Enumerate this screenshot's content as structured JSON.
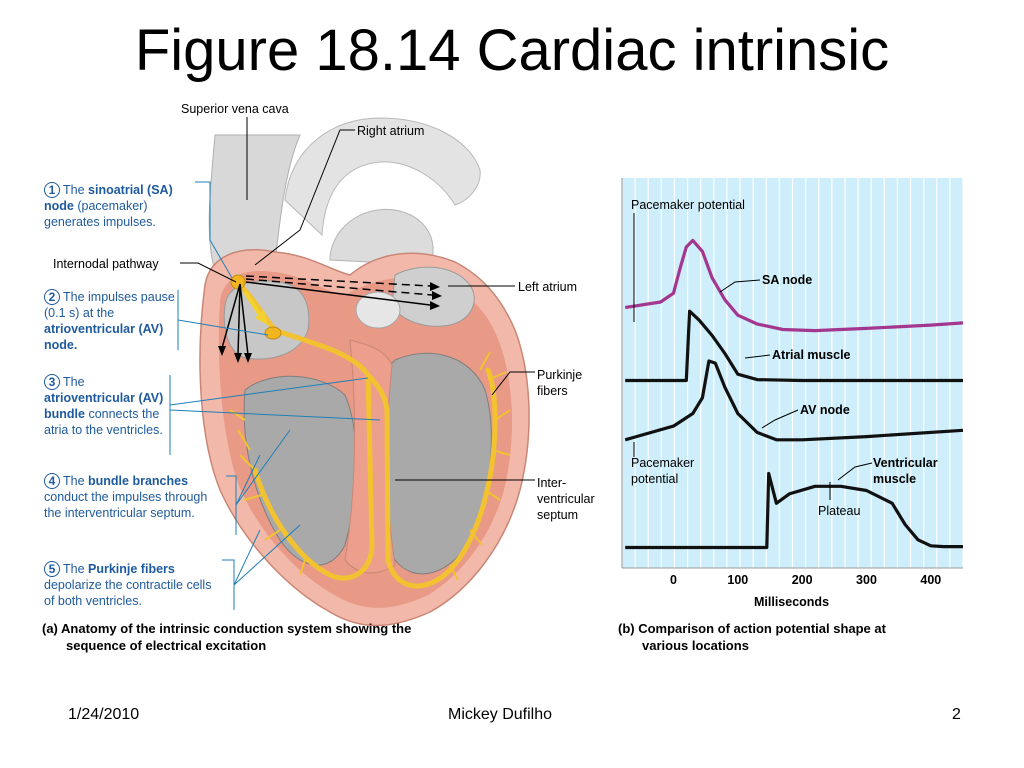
{
  "slide": {
    "title": "Figure 18.14  Cardiac intrinsic",
    "date": "1/24/2010",
    "author": "Mickey Dufilho",
    "page_number": "2"
  },
  "anatomy": {
    "labels": {
      "superior_vena_cava": "Superior vena cava",
      "right_atrium": "Right atrium",
      "internodal_pathway": "Internodal pathway",
      "left_atrium": "Left atrium",
      "purkinje_fibers": "Purkinje fibers",
      "interventricular_septum": "Inter-ventricular septum"
    },
    "steps": [
      {
        "num": "1",
        "pre": "The ",
        "term": "sinoatrial (SA) node",
        "post": " (pacemaker) generates impulses."
      },
      {
        "num": "2",
        "pre": "The impulses pause (0.1 s) at the ",
        "term": "atrioventricular (AV) node.",
        "post": ""
      },
      {
        "num": "3",
        "pre": "The ",
        "term": "atrioventricular (AV) bundle",
        "post": " connects the atria to the ventricles."
      },
      {
        "num": "4",
        "pre": "The ",
        "term": "bundle branches",
        "post": " conduct the impulses through the interventricular septum."
      },
      {
        "num": "5",
        "pre": "The ",
        "term": "Purkinje fibers",
        "post": " depolarize the contractile cells of both ventricles."
      }
    ],
    "caption_a_line1": "(a) Anatomy of the intrinsic conduction system showing the",
    "caption_a_line2": "sequence of electrical excitation"
  },
  "chart_data": {
    "type": "line",
    "xlabel": "Milliseconds",
    "xticks": [
      0,
      100,
      200,
      300,
      400
    ],
    "xlim": [
      -80,
      450
    ],
    "background": "#cdeefa",
    "grid": "vertical",
    "series": [
      {
        "name": "SA node",
        "color": "#a3368f",
        "x": [
          -75,
          -20,
          0,
          10,
          20,
          30,
          45,
          60,
          80,
          100,
          130,
          170,
          220,
          300,
          400,
          450
        ],
        "y": [
          0.25,
          0.3,
          0.38,
          0.6,
          0.8,
          0.86,
          0.76,
          0.52,
          0.32,
          0.18,
          0.1,
          0.05,
          0.04,
          0.06,
          0.09,
          0.11
        ]
      },
      {
        "name": "Atrial muscle",
        "color": "#111111",
        "x": [
          -75,
          20,
          25,
          40,
          60,
          80,
          100,
          130,
          200,
          300,
          450
        ],
        "y": [
          0.05,
          0.05,
          0.82,
          0.72,
          0.55,
          0.35,
          0.12,
          0.06,
          0.05,
          0.05,
          0.05
        ]
      },
      {
        "name": "AV node",
        "color": "#111111",
        "x": [
          -75,
          0,
          30,
          45,
          55,
          65,
          80,
          100,
          130,
          160,
          200,
          300,
          450
        ],
        "y": [
          0.05,
          0.18,
          0.3,
          0.45,
          0.8,
          0.78,
          0.55,
          0.3,
          0.12,
          0.05,
          0.05,
          0.08,
          0.14
        ]
      },
      {
        "name": "Ventricular muscle",
        "color": "#111111",
        "x": [
          -75,
          145,
          148,
          160,
          180,
          220,
          260,
          300,
          340,
          360,
          380,
          400,
          420,
          450
        ],
        "y": [
          0.03,
          0.03,
          0.9,
          0.55,
          0.66,
          0.75,
          0.75,
          0.7,
          0.55,
          0.3,
          0.12,
          0.05,
          0.04,
          0.04
        ]
      }
    ],
    "annotations": [
      "Pacemaker potential",
      "SA node",
      "Atrial muscle",
      "AV node",
      "Pacemaker potential",
      "Ventricular muscle",
      "Plateau"
    ],
    "caption_b_line1": "(b) Comparison of action potential shape at",
    "caption_b_line2": "various locations"
  }
}
